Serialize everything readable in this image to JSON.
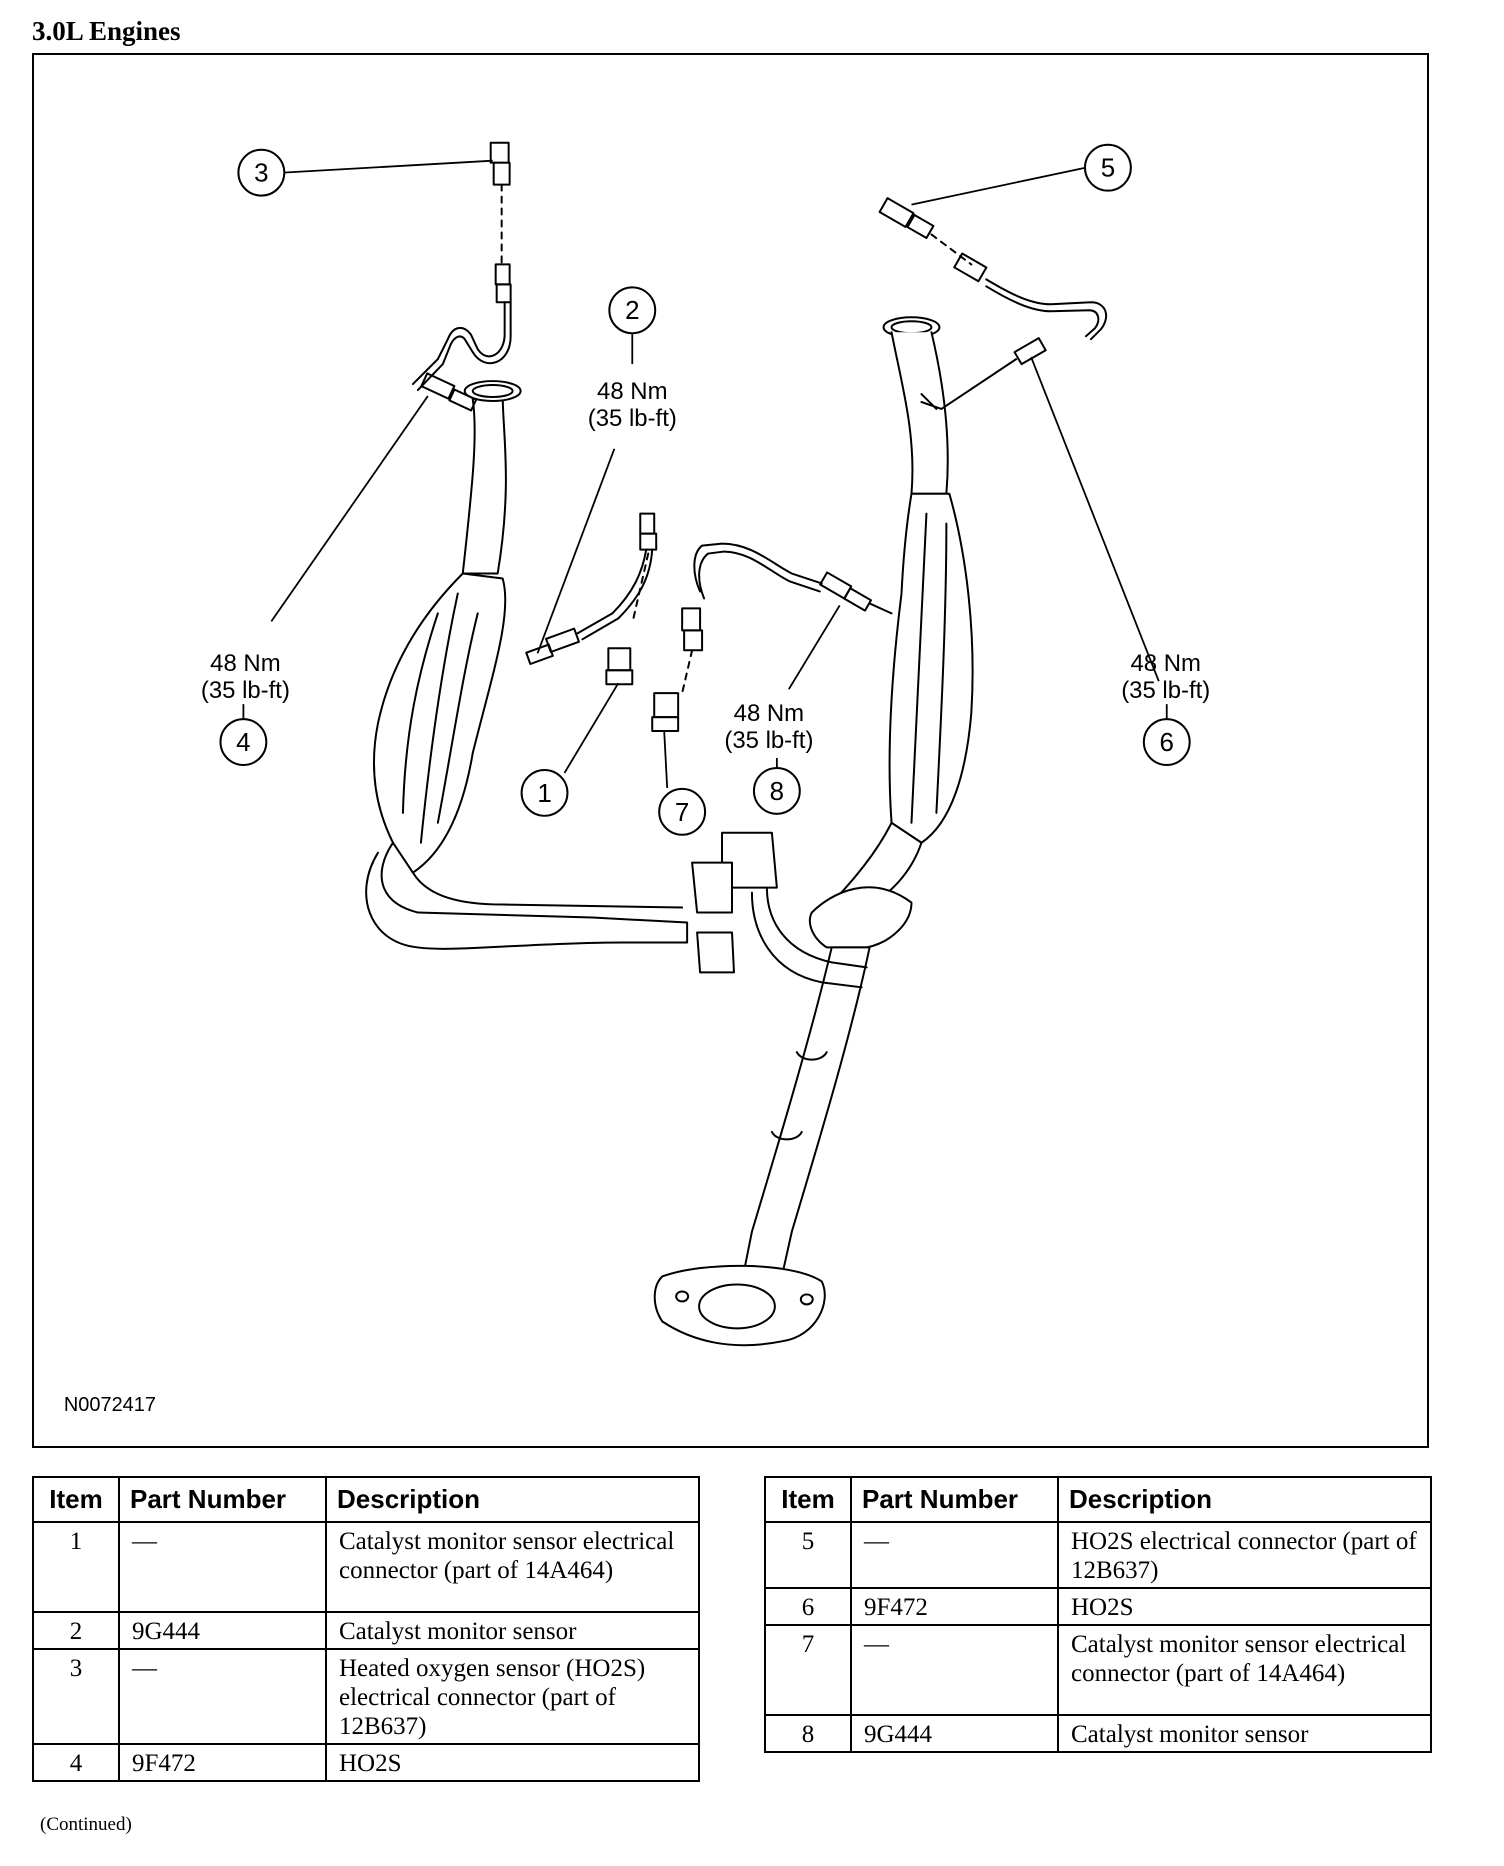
{
  "heading": "3.0L Engines",
  "figure": {
    "code": "N0072417",
    "callouts": [
      "1",
      "2",
      "3",
      "4",
      "5",
      "6",
      "7",
      "8"
    ],
    "torque": {
      "nm": "48 Nm",
      "lbft": "(35 lb-ft)"
    }
  },
  "table": {
    "headers": {
      "item": "Item",
      "part_number": "Part Number",
      "description": "Description"
    },
    "left_rows": [
      {
        "item": "1",
        "part_number": "—",
        "description": "Catalyst monitor sensor electrical connector (part of 14A464)"
      },
      {
        "item": "2",
        "part_number": "9G444",
        "description": "Catalyst monitor sensor"
      },
      {
        "item": "3",
        "part_number": "—",
        "description": "Heated oxygen sensor (HO2S) electrical connector (part of 12B637)"
      },
      {
        "item": "4",
        "part_number": "9F472",
        "description": "HO2S"
      }
    ],
    "right_rows": [
      {
        "item": "5",
        "part_number": "—",
        "description": "HO2S electrical connector (part of 12B637)"
      },
      {
        "item": "6",
        "part_number": "9F472",
        "description": "HO2S"
      },
      {
        "item": "7",
        "part_number": "—",
        "description": "Catalyst monitor sensor electrical connector (part of 14A464)"
      },
      {
        "item": "8",
        "part_number": "9G444",
        "description": "Catalyst monitor sensor"
      }
    ]
  },
  "continued": "(Continued)"
}
